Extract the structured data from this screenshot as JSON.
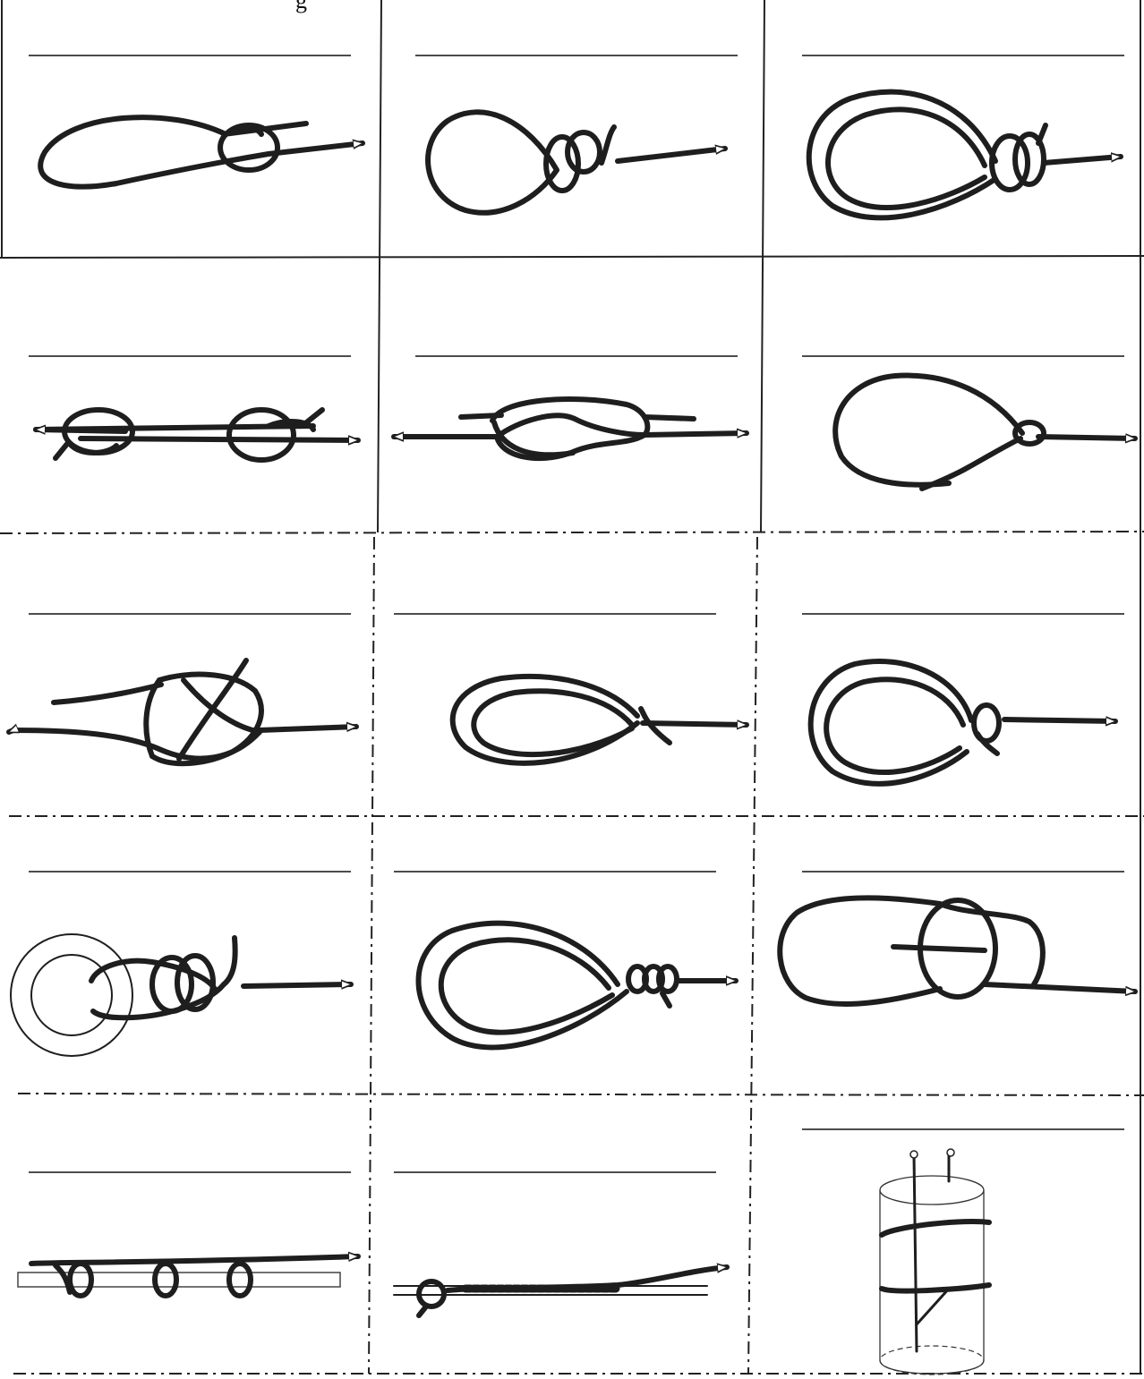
{
  "header": {
    "fragment": "g"
  },
  "diagrams": [
    {
      "id": "knot-1",
      "label": ""
    },
    {
      "id": "knot-2",
      "label": ""
    },
    {
      "id": "knot-3",
      "label": ""
    },
    {
      "id": "knot-4",
      "label": ""
    },
    {
      "id": "knot-5",
      "label": ""
    },
    {
      "id": "knot-6",
      "label": ""
    },
    {
      "id": "knot-7",
      "label": ""
    },
    {
      "id": "knot-8",
      "label": ""
    },
    {
      "id": "knot-9",
      "label": ""
    },
    {
      "id": "knot-10",
      "label": ""
    },
    {
      "id": "knot-11",
      "label": ""
    },
    {
      "id": "knot-12",
      "label": ""
    },
    {
      "id": "knot-13",
      "label": ""
    },
    {
      "id": "knot-14",
      "label": ""
    },
    {
      "id": "knot-15",
      "label": ""
    }
  ]
}
